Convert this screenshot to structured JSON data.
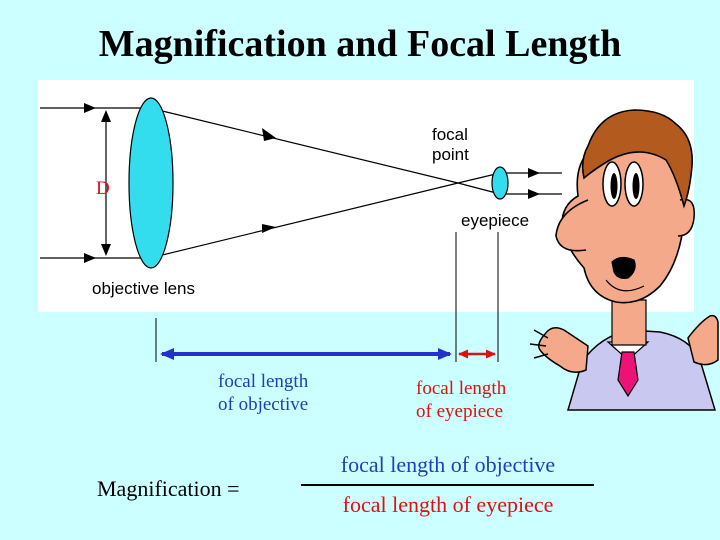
{
  "title": "Magnification and Focal Length",
  "diagram": {
    "label_D": "D",
    "objective_lens": "objective lens",
    "focal_point_line1": "focal",
    "focal_point_line2": "point",
    "eyepiece": "eyepiece"
  },
  "dimensions": {
    "objective_line1": "focal length",
    "objective_line2": "of objective",
    "eyepiece_line1": "focal length",
    "eyepiece_line2": "of eyepiece"
  },
  "formula": {
    "label": "Magnification =",
    "numerator": "focal length of objective",
    "denominator": "focal length of eyepiece"
  },
  "colors": {
    "background": "#ccffff",
    "lens": "#33ddee",
    "objective_text": "#1f3fb8",
    "eyepiece_text": "#e01010",
    "skin": "#f4a98a",
    "hair": "#b35a1f",
    "tie": "#ee1177",
    "shirt": "#c8c8f0"
  }
}
